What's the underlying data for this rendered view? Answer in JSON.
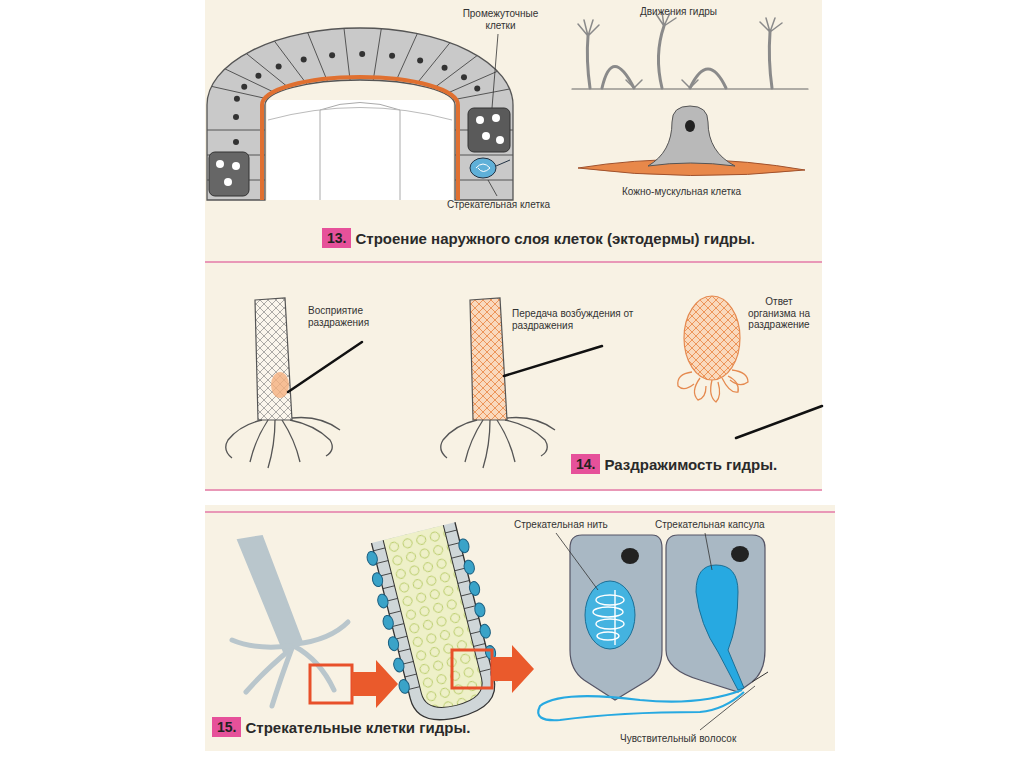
{
  "diagram": {
    "nodes": [
      {
        "text": [
          "13.",
          "Строение наружного слоя клеток (эктодермы) гидры."
        ]
      },
      {
        "text": [
          "14.",
          "Раздражимость гидры."
        ]
      },
      {
        "text": [
          "15.",
          "Стрекательные клетки гидры."
        ]
      }
    ],
    "labels": [
      "Промежуточные клетки",
      "Движения гидры",
      "Кожно-мускульная клетка",
      "Стрекательная клетка",
      "Восприятие раздражения",
      "Передача возбуждения от раздражения",
      "Ответ организма на раздражение",
      "Стрекательная нить",
      "Стрекательная капсула",
      "Чувствительный волосок"
    ]
  }
}
